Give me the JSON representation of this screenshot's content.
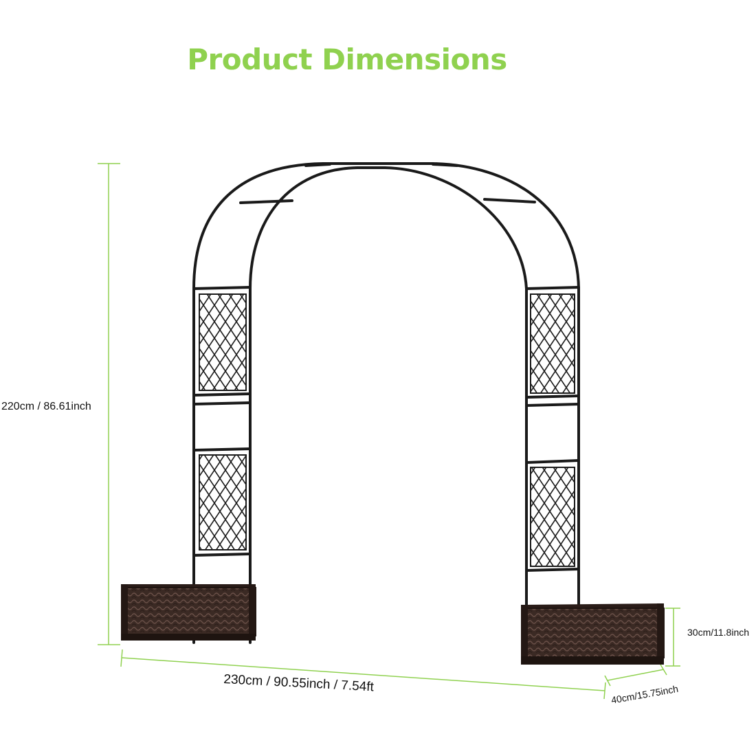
{
  "title": "Product Dimensions",
  "dimensions": {
    "height": "220cm / 86.61inch",
    "width": "230cm / 90.55inch / 7.54ft",
    "depth": "40cm/15.75inch",
    "planter_height": "30cm/11.8inch"
  },
  "colors": {
    "accent": "#8fd14f",
    "frame": "#1a1a1a",
    "planter": "#3a2a24"
  }
}
